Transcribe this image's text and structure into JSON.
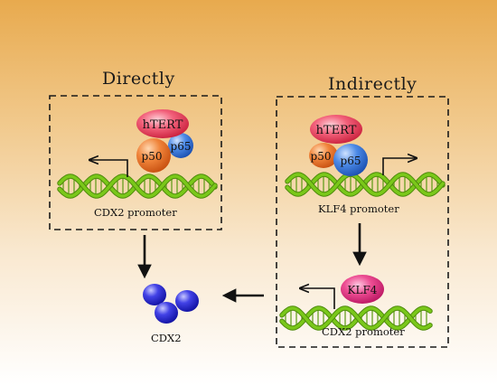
{
  "headings": {
    "directly": "Directly",
    "indirectly": "Indirectly"
  },
  "proteins": {
    "htert": "hTERT",
    "p50": "p50",
    "p65": "p65",
    "klf4": "KLF4"
  },
  "labels": {
    "cdx2_promoter_left": "CDX2 promoter",
    "klf4_promoter": "KLF4 promoter",
    "cdx2_promoter_right": "CDX2 promoter",
    "cdx2": "CDX2"
  },
  "colors": {
    "htert": "#e53950",
    "p50": "#ea6a1c",
    "p65": "#2f6fd6",
    "klf4": "#e0307a",
    "dna": "#7ac81a",
    "cdx2_blob": "#2626d0"
  }
}
